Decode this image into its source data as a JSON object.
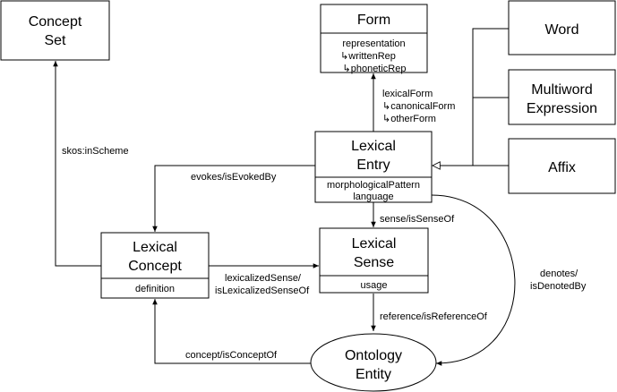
{
  "nodes": {
    "concept_set": {
      "title_lines": [
        "Concept",
        "Set"
      ]
    },
    "form": {
      "title": "Form",
      "attributes": [
        "representation",
        "↳writtenRep",
        "↳phoneticRep"
      ]
    },
    "word": {
      "title": "Word"
    },
    "multiword": {
      "title_lines": [
        "Multiword",
        "Expression"
      ]
    },
    "affix": {
      "title": "Affix"
    },
    "lexical_entry": {
      "title_lines": [
        "Lexical",
        "Entry"
      ],
      "attributes": [
        "morphologicalPattern",
        "language"
      ]
    },
    "lexical_concept": {
      "title_lines": [
        "Lexical",
        "Concept"
      ],
      "attributes": [
        "definition"
      ]
    },
    "lexical_sense": {
      "title_lines": [
        "Lexical",
        "Sense"
      ],
      "attributes": [
        "usage"
      ]
    },
    "ontology_entity": {
      "title_lines": [
        "Ontology",
        "Entity"
      ]
    }
  },
  "edges": {
    "lexical_form": [
      "lexicalForm",
      "↳canonicalForm",
      "↳otherForm"
    ],
    "skos_in_scheme": "skos:inScheme",
    "evokes": "evokes/isEvokedBy",
    "sense": "sense/isSenseOf",
    "lexicalized_sense": [
      "lexicalizedSense/",
      "isLexicalizedSenseOf"
    ],
    "reference": "reference/isReferenceOf",
    "denotes": [
      "denotes/",
      "isDenotedBy"
    ],
    "concept": "concept/isConceptOf"
  }
}
